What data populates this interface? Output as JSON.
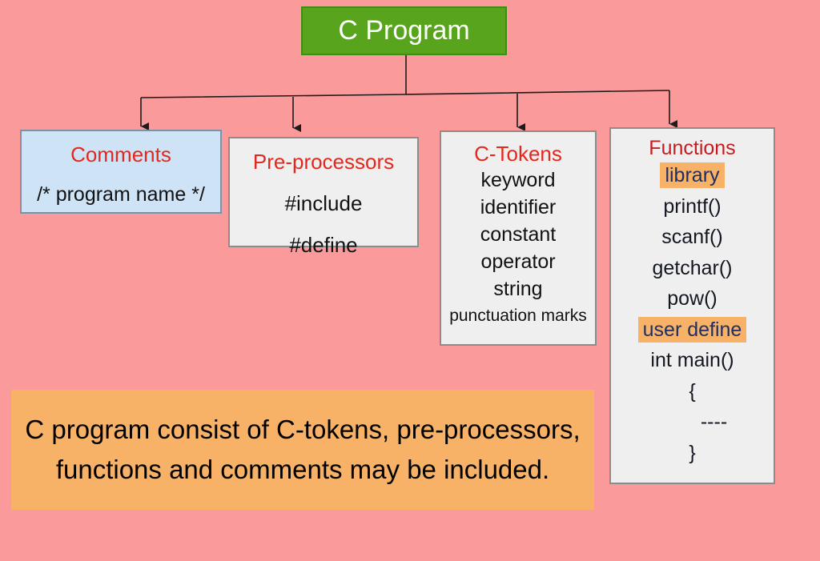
{
  "root": {
    "title": "C Program"
  },
  "boxes": {
    "comments": {
      "title": "Comments",
      "items": [
        "/* program name */"
      ]
    },
    "preprocessors": {
      "title": "Pre-processors",
      "items": [
        "#include",
        "#define"
      ]
    },
    "c_tokens": {
      "title": "C-Tokens",
      "items": [
        "keyword",
        "identifier",
        "constant",
        "operator",
        "string",
        "punctuation marks"
      ]
    },
    "functions": {
      "title": "Functions",
      "items": [
        "library",
        "printf()",
        "scanf()",
        "getchar()",
        "pow()",
        "user define",
        "int main()",
        "{",
        "----",
        "}"
      ]
    }
  },
  "note": {
    "text": "C program consist of C-tokens, pre-processors, functions and comments may be included."
  },
  "colors": {
    "background_pink": "#fb9a9a",
    "root_green": "#58a41d",
    "comments_blue": "#cfe3f6",
    "child_gray": "#efefef",
    "heading_red": "#e3281e",
    "functions_heading_red": "#c41d20",
    "highlight_orange": "#f7b267",
    "highlight_navy_text": "#1e2f66",
    "note_orange": "#f7b267",
    "connector_black": "#1c1c1c"
  }
}
